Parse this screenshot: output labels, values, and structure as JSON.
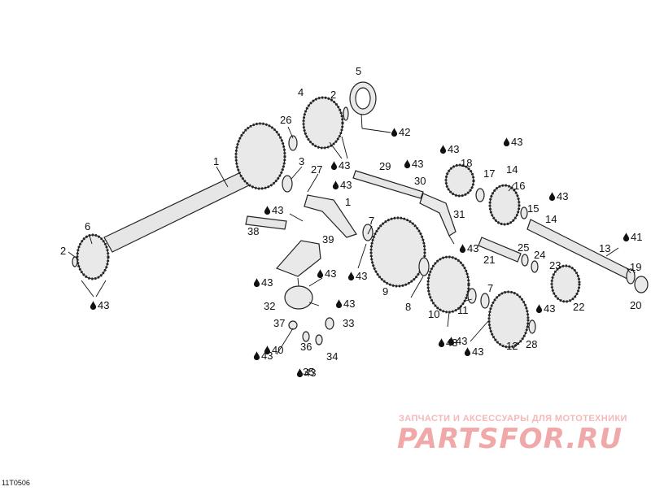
{
  "diagram_code": "11T0506",
  "watermark": {
    "caption": "ЗАПЧАСТИ И АКСЕССУАРЫ ДЛЯ МОТОТЕХНИКИ",
    "logo": "PARTSFOR.RU"
  },
  "icons": {
    "oil_drop": "drop-icon"
  },
  "callouts": [
    {
      "id": "c1",
      "text": "1"
    },
    {
      "id": "c1b",
      "text": "1"
    },
    {
      "id": "c2a",
      "text": "2"
    },
    {
      "id": "c2b",
      "text": "2"
    },
    {
      "id": "c3",
      "text": "3"
    },
    {
      "id": "c4",
      "text": "4"
    },
    {
      "id": "c5",
      "text": "5"
    },
    {
      "id": "c6",
      "text": "6"
    },
    {
      "id": "c7a",
      "text": "7"
    },
    {
      "id": "c7b",
      "text": "7"
    },
    {
      "id": "c8",
      "text": "8"
    },
    {
      "id": "c9",
      "text": "9"
    },
    {
      "id": "c10",
      "text": "10"
    },
    {
      "id": "c11",
      "text": "11"
    },
    {
      "id": "c12",
      "text": "12"
    },
    {
      "id": "c13",
      "text": "13"
    },
    {
      "id": "c14a",
      "text": "14"
    },
    {
      "id": "c14b",
      "text": "14"
    },
    {
      "id": "c15",
      "text": "15"
    },
    {
      "id": "c16",
      "text": "16"
    },
    {
      "id": "c17",
      "text": "17"
    },
    {
      "id": "c18",
      "text": "18"
    },
    {
      "id": "c19",
      "text": "19"
    },
    {
      "id": "c20",
      "text": "20"
    },
    {
      "id": "c21",
      "text": "21"
    },
    {
      "id": "c22",
      "text": "22"
    },
    {
      "id": "c23",
      "text": "23"
    },
    {
      "id": "c24",
      "text": "24"
    },
    {
      "id": "c25",
      "text": "25"
    },
    {
      "id": "c26",
      "text": "26"
    },
    {
      "id": "c27",
      "text": "27"
    },
    {
      "id": "c28",
      "text": "28"
    },
    {
      "id": "c29",
      "text": "29"
    },
    {
      "id": "c30",
      "text": "30"
    },
    {
      "id": "c31",
      "text": "31"
    },
    {
      "id": "c32",
      "text": "32"
    },
    {
      "id": "c33",
      "text": "33"
    },
    {
      "id": "c34",
      "text": "34"
    },
    {
      "id": "c35",
      "text": "35"
    },
    {
      "id": "c36",
      "text": "36"
    },
    {
      "id": "c37",
      "text": "37"
    },
    {
      "id": "c38",
      "text": "38"
    },
    {
      "id": "c39",
      "text": "39"
    }
  ],
  "lube_callouts": [
    {
      "id": "l1",
      "text": "43"
    },
    {
      "id": "l2",
      "text": "42"
    },
    {
      "id": "l3",
      "text": "43"
    },
    {
      "id": "l4",
      "text": "43"
    },
    {
      "id": "l5",
      "text": "43"
    },
    {
      "id": "l6",
      "text": "43"
    },
    {
      "id": "l7",
      "text": "43"
    },
    {
      "id": "l8",
      "text": "43"
    },
    {
      "id": "l9",
      "text": "43"
    },
    {
      "id": "l10",
      "text": "43"
    },
    {
      "id": "l11",
      "text": "43"
    },
    {
      "id": "l12",
      "text": "43"
    },
    {
      "id": "l13",
      "text": "43"
    },
    {
      "id": "l14",
      "text": "43"
    },
    {
      "id": "l15",
      "text": "41"
    },
    {
      "id": "l16",
      "text": "43"
    },
    {
      "id": "l17",
      "text": "43"
    },
    {
      "id": "l18",
      "text": "43"
    },
    {
      "id": "l19",
      "text": "43"
    },
    {
      "id": "l20",
      "text": "40"
    },
    {
      "id": "l21",
      "text": "43"
    },
    {
      "id": "l22",
      "text": "43"
    }
  ]
}
